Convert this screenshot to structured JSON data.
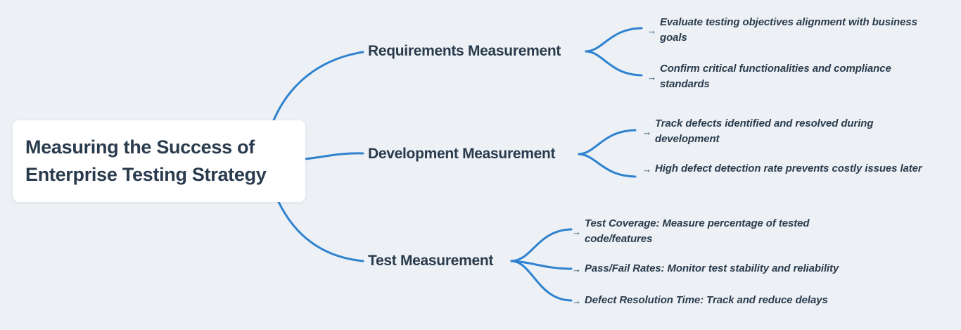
{
  "canvas": {
    "background_color": "#edf1f5",
    "connector_color": "#2e82cf",
    "text_color": "#2a3b4d",
    "root_bg_color": "#ffffff"
  },
  "root": {
    "title": "Measuring the Success of Enterprise Testing Strategy"
  },
  "branches": [
    {
      "label": "Requirements Measurement",
      "children": [
        "Evaluate testing objectives alignment with business goals",
        "Confirm critical functionalities and compliance standards"
      ]
    },
    {
      "label": "Development Measurement",
      "children": [
        "Track defects identified and resolved during development",
        "High defect detection rate prevents costly issues later"
      ]
    },
    {
      "label": "Test Measurement",
      "children": [
        "Test Coverage: Measure percentage of tested code/features",
        "Pass/Fail Rates: Monitor test stability and reliability",
        "Defect Resolution Time: Track and reduce delays"
      ]
    }
  ],
  "icons": {
    "leaf_arrow": "→"
  }
}
